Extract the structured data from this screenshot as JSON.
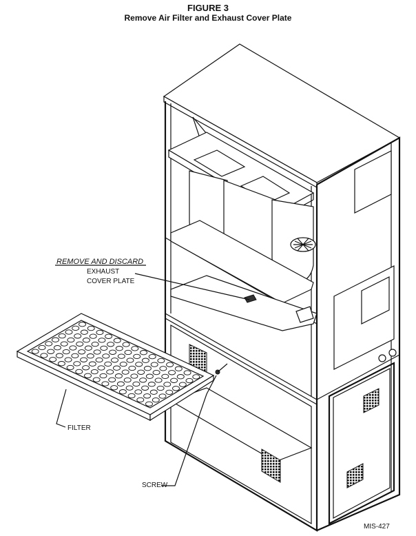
{
  "figure": {
    "number": "FIGURE 3",
    "title": "Remove Air Filter and Exhaust Cover Plate"
  },
  "callouts": {
    "remove_discard": "REMOVE AND DISCARD",
    "exhaust_line1": "EXHAUST",
    "exhaust_line2": "COVER PLATE",
    "filter": "FILTER",
    "screw": "SCREW"
  },
  "drawing_id": "MIS-427"
}
